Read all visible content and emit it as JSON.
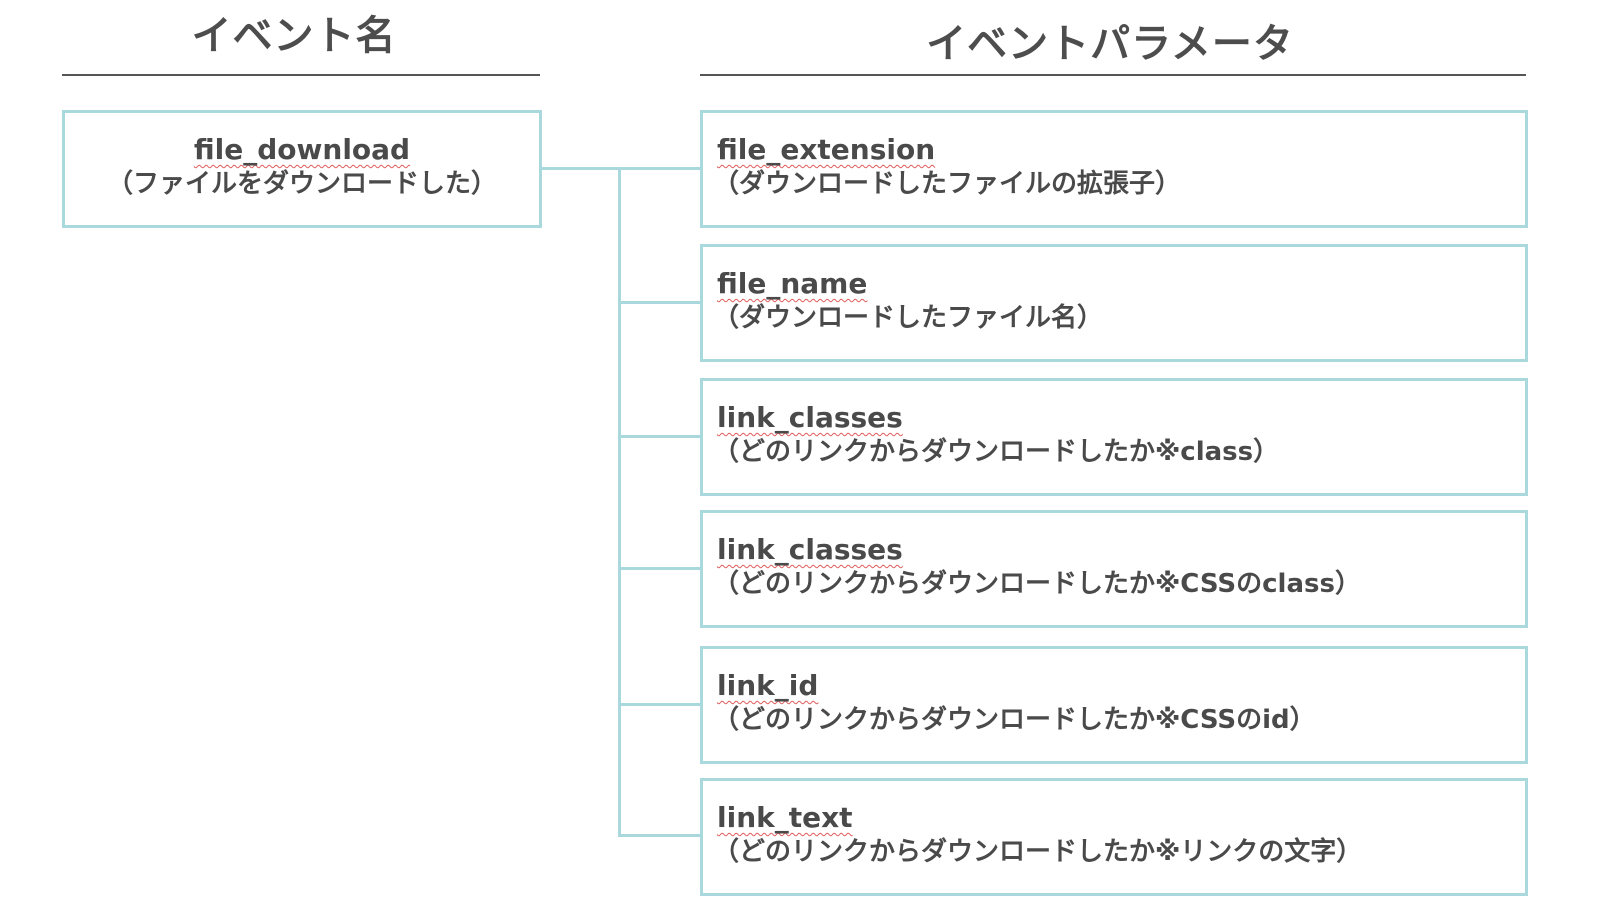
{
  "headings": {
    "event_name": "イベント名",
    "event_parameter": "イベントパラメータ"
  },
  "event": {
    "name": "file_download",
    "description": "（ファイルをダウンロードした）"
  },
  "parameters": [
    {
      "name": "file_extension",
      "description": "（ダウンロードしたファイルの拡張子）"
    },
    {
      "name": "file_name",
      "description": "（ダウンロードしたファイル名）"
    },
    {
      "name": "link_classes",
      "description": "（どのリンクからダウンロードしたか※class）"
    },
    {
      "name": "link_classes",
      "description": "（どのリンクからダウンロードしたか※CSSのclass）"
    },
    {
      "name": "link_id",
      "description": "（どのリンクからダウンロードしたか※CSSのid）"
    },
    {
      "name": "link_text",
      "description": "（どのリンクからダウンロードしたか※リンクの文字）"
    }
  ],
  "colors": {
    "box_border": "#a9d9dd",
    "connector": "#a9d9dd",
    "text": "#4a4a4a",
    "rule": "#555555"
  }
}
